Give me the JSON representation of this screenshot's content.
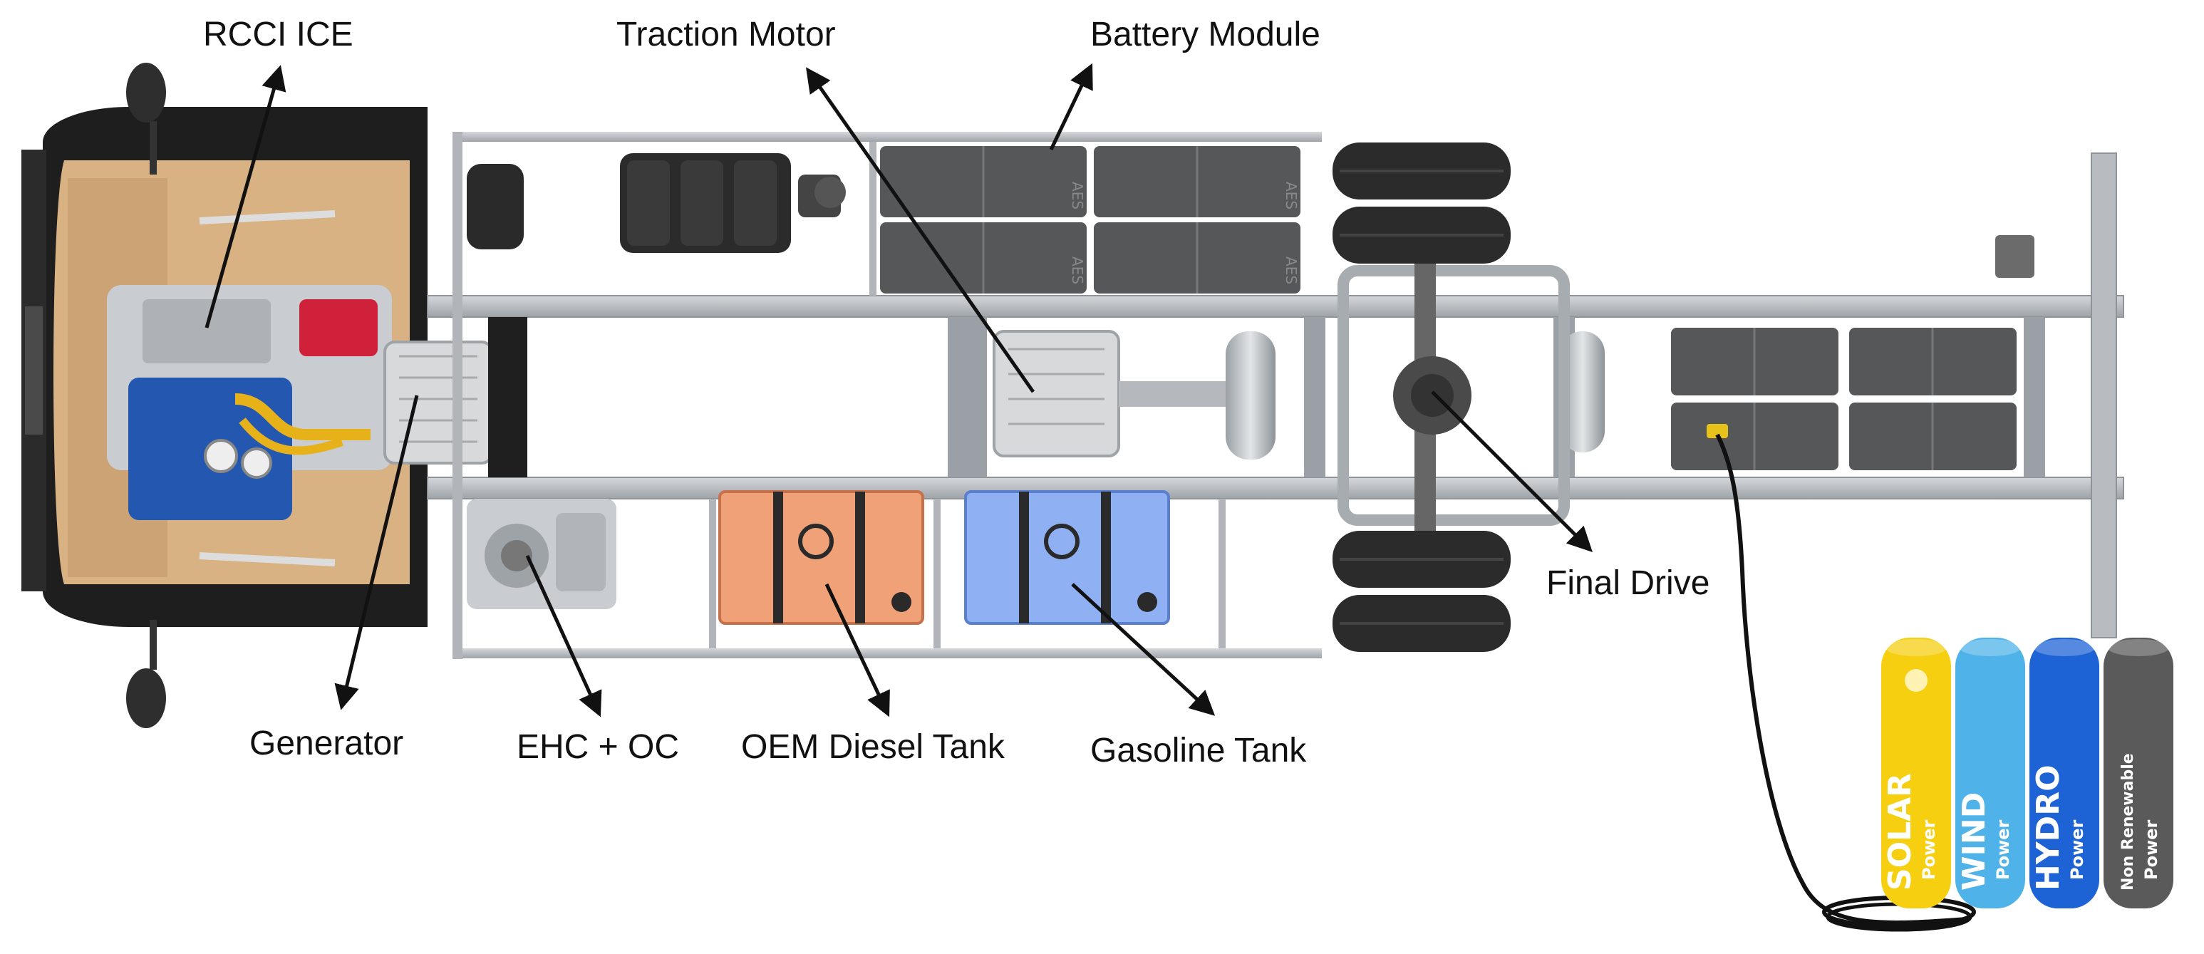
{
  "labels": {
    "rcci_ice": "RCCI ICE",
    "traction_motor": "Traction Motor",
    "battery_module": "Battery Module",
    "final_drive": "Final Drive",
    "generator": "Generator",
    "ehc_oc": "EHC + OC",
    "oem_diesel_tank": "OEM Diesel Tank",
    "gasoline_tank": "Gasoline Tank"
  },
  "battery_marking": "AES",
  "power_sources": [
    {
      "name": "SOLAR",
      "sub": "Power",
      "color": "#f6cf10"
    },
    {
      "name": "WIND",
      "sub": "Power",
      "color": "#4fb3ea"
    },
    {
      "name": "HYDRO",
      "sub": "Power",
      "color": "#1d63d6"
    },
    {
      "name": "Non Renewable",
      "sub": "Power",
      "color": "#5a5a5a"
    }
  ],
  "colors": {
    "cab": "#d9b283",
    "frame": "#b8bcc0",
    "battery": "#555759",
    "diesel_tank": "#f0a178",
    "gasoline_tank": "#8fb1f3",
    "engine_block": "#2457b0",
    "engine_pipe": "#e7b219",
    "engine_red": "#d0213a",
    "tire": "#2b2b2b"
  }
}
